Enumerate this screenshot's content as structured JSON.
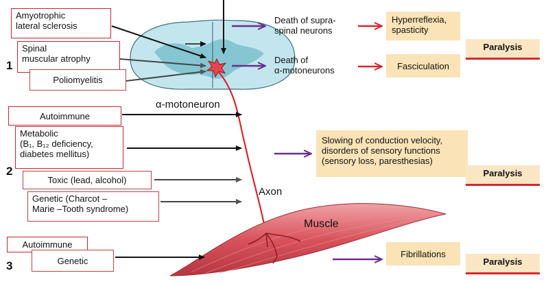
{
  "section_numbers": [
    "1",
    "2",
    "3"
  ],
  "section1": {
    "causes": [
      "Amyotrophic\nlateral sclerosis",
      "Spinal\nmuscular atrophy",
      "Poliomyelitis"
    ],
    "effect_top": "Death of supra-\nspinal neurons",
    "effect_bottom": "Death of\nα-motoneurons",
    "result_top": "Hyperreflexia,\nspasticity",
    "result_bottom": "Fasciculation",
    "paralysis": "Paralysis",
    "neuron_label": "α-motoneuron"
  },
  "section2": {
    "causes": [
      "Autoimmune",
      "Metabolic\n(B₁, B₁₂ deficiency,\ndiabetes mellitus)",
      "Toxic (lead, alcohol)",
      "Genetic (Charcot –\nMarie –Tooth syndrome)"
    ],
    "result": "Slowing of conduction velocity,\ndisorders of sensory functions\n(sensory loss, paresthesias)",
    "paralysis": "Paralysis",
    "axon_label": "Axon"
  },
  "section3": {
    "causes": [
      "Autoimmune",
      "Genetic"
    ],
    "muscle_label": "Muscle",
    "result": "Fibrillations",
    "paralysis": "Paralysis"
  },
  "colors": {
    "cause_border": "#c8232c",
    "result_fill": "#fae3b6",
    "purple_arrow": "#6b2d8f",
    "red_arrow": "#d7262e",
    "spinal_cord": "#bfe3ec",
    "muscle": "#d9535c"
  }
}
